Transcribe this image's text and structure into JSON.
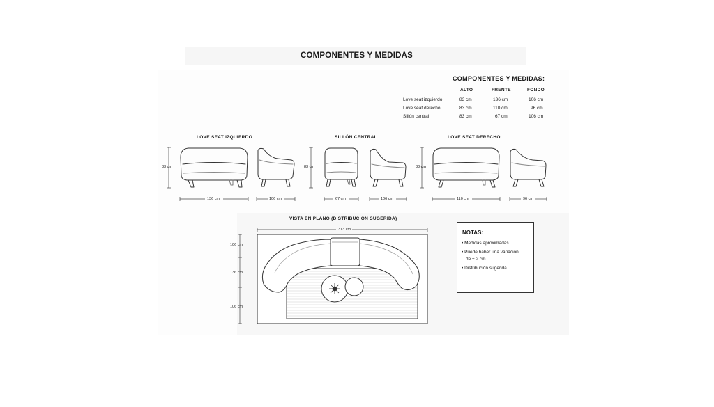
{
  "page_title": "COMPONENTES Y MEDIDAS",
  "table": {
    "title": "COMPONENTES Y MEDIDAS:",
    "headers": [
      "ALTO",
      "FRENTE",
      "FONDO"
    ],
    "rows": [
      {
        "name": "Love seat izquierdo",
        "alto": "83 cm",
        "frente": "136 cm",
        "fondo": "106 cm"
      },
      {
        "name": "Love seat derecho",
        "alto": "83 cm",
        "frente": "110 cm",
        "fondo": "96 cm"
      },
      {
        "name": "Sillón central",
        "alto": "83 cm",
        "frente": "67 cm",
        "fondo": "106 cm"
      }
    ]
  },
  "views": {
    "left": {
      "label": "LOVE SEAT IZQUIERDO",
      "height": "83 cm",
      "front": "136 cm",
      "depth": "106 cm"
    },
    "center": {
      "label": "SILLÓN CENTRAL",
      "height": "83 cm",
      "front": "67 cm",
      "depth": "106 cm"
    },
    "right": {
      "label": "LOVE SEAT DERECHO",
      "height": "83 cm",
      "front": "110 cm",
      "depth": "96 cm"
    }
  },
  "plan": {
    "label": "VISTA EN PLANO (DISTRIBUCIÓN SUGERIDA)",
    "width": "313 cm",
    "side_dims": [
      "106 cm",
      "136 cm",
      "106 cm"
    ]
  },
  "notes": {
    "title": "NOTAS:",
    "items": [
      "• Medidas aproximadas.",
      "• Puede haber una variación",
      "de ± 2 cm.",
      "• Distribución sugerida"
    ]
  }
}
